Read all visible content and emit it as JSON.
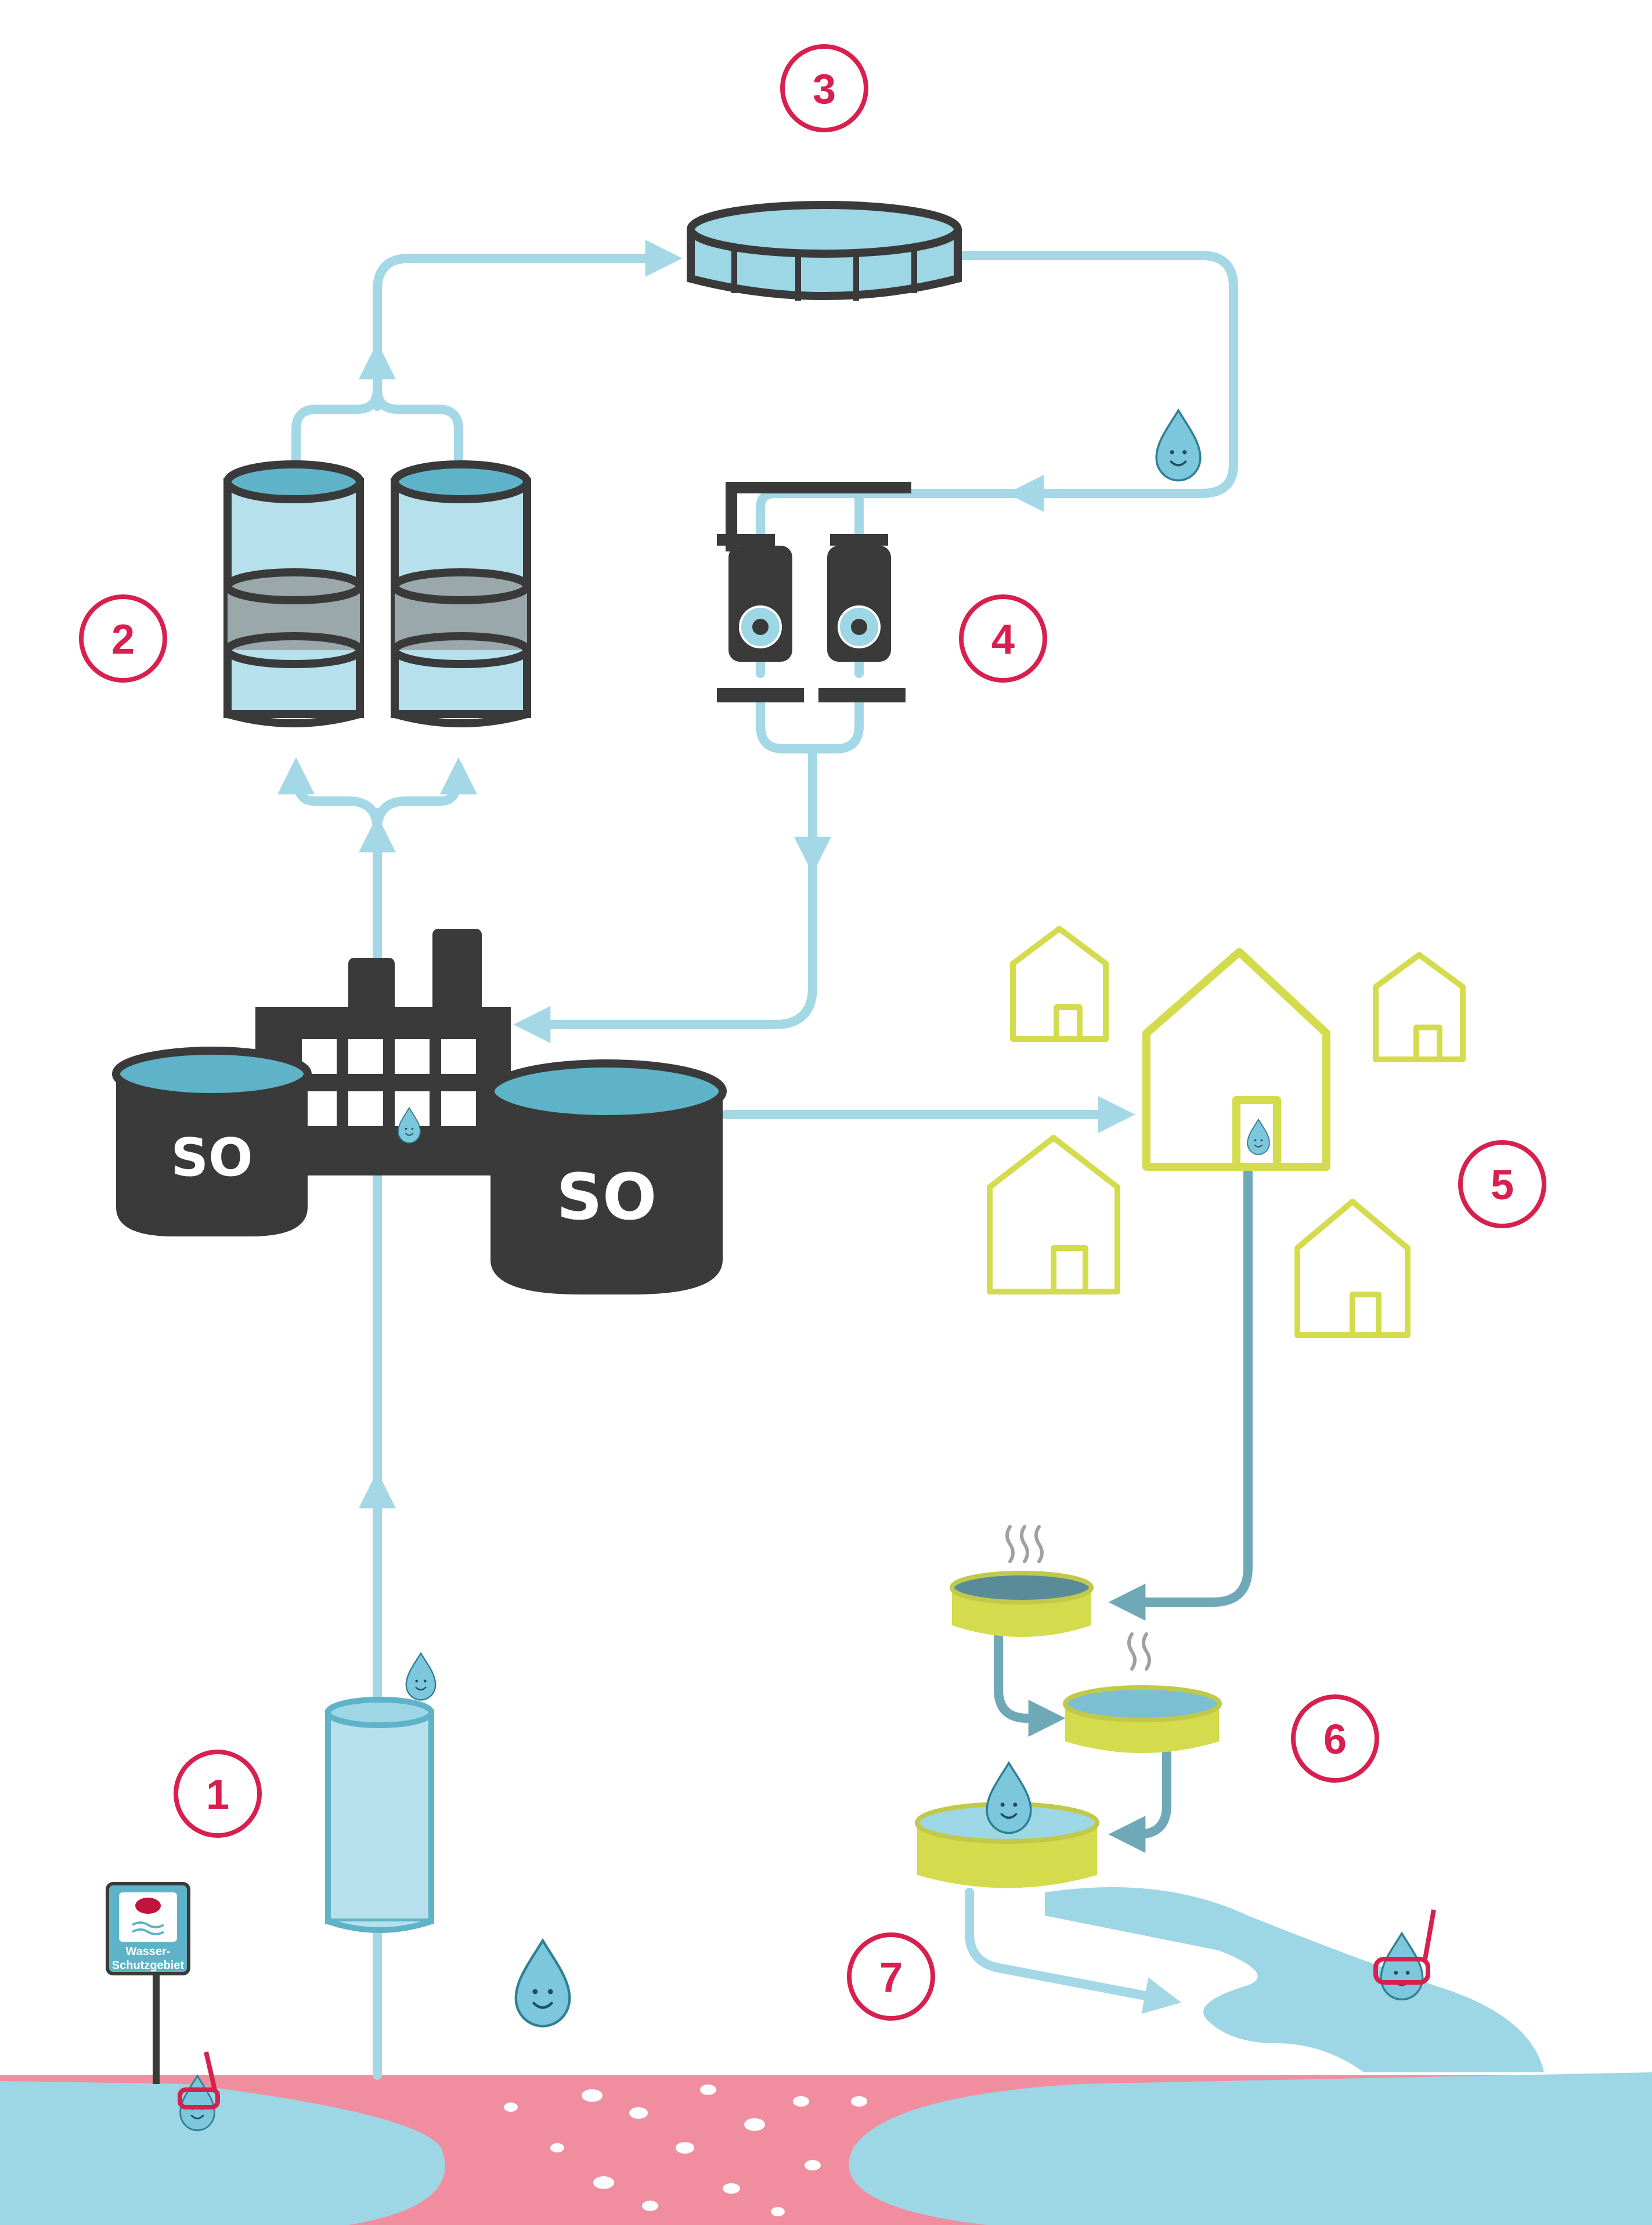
{
  "colors": {
    "pipe": "#a4d8e6",
    "pipe_dark": "#6fa9b8",
    "marker": "#d8204f",
    "plant": "#3a3a3a",
    "water": "#9dd6e5",
    "water_dark": "#5eb3c8",
    "house": "#d4dc4e",
    "ground": "#f08ea0",
    "drop": "#7cc7db"
  },
  "steps": [
    {
      "id": "1",
      "label": "1"
    },
    {
      "id": "2",
      "label": "2"
    },
    {
      "id": "3",
      "label": "3"
    },
    {
      "id": "4",
      "label": "4"
    },
    {
      "id": "5",
      "label": "5"
    },
    {
      "id": "6",
      "label": "6"
    },
    {
      "id": "7",
      "label": "7"
    }
  ],
  "plant": {
    "logo_left": "SO",
    "logo_right": "SO"
  },
  "sign": {
    "line1": "Wasser-",
    "line2": "Schutzgebiet"
  },
  "icons": [
    "water-drop-character-icon",
    "house-icon",
    "pump-icon",
    "filter-tank-icon",
    "reservoir-icon",
    "factory-icon",
    "protection-sign-icon"
  ]
}
